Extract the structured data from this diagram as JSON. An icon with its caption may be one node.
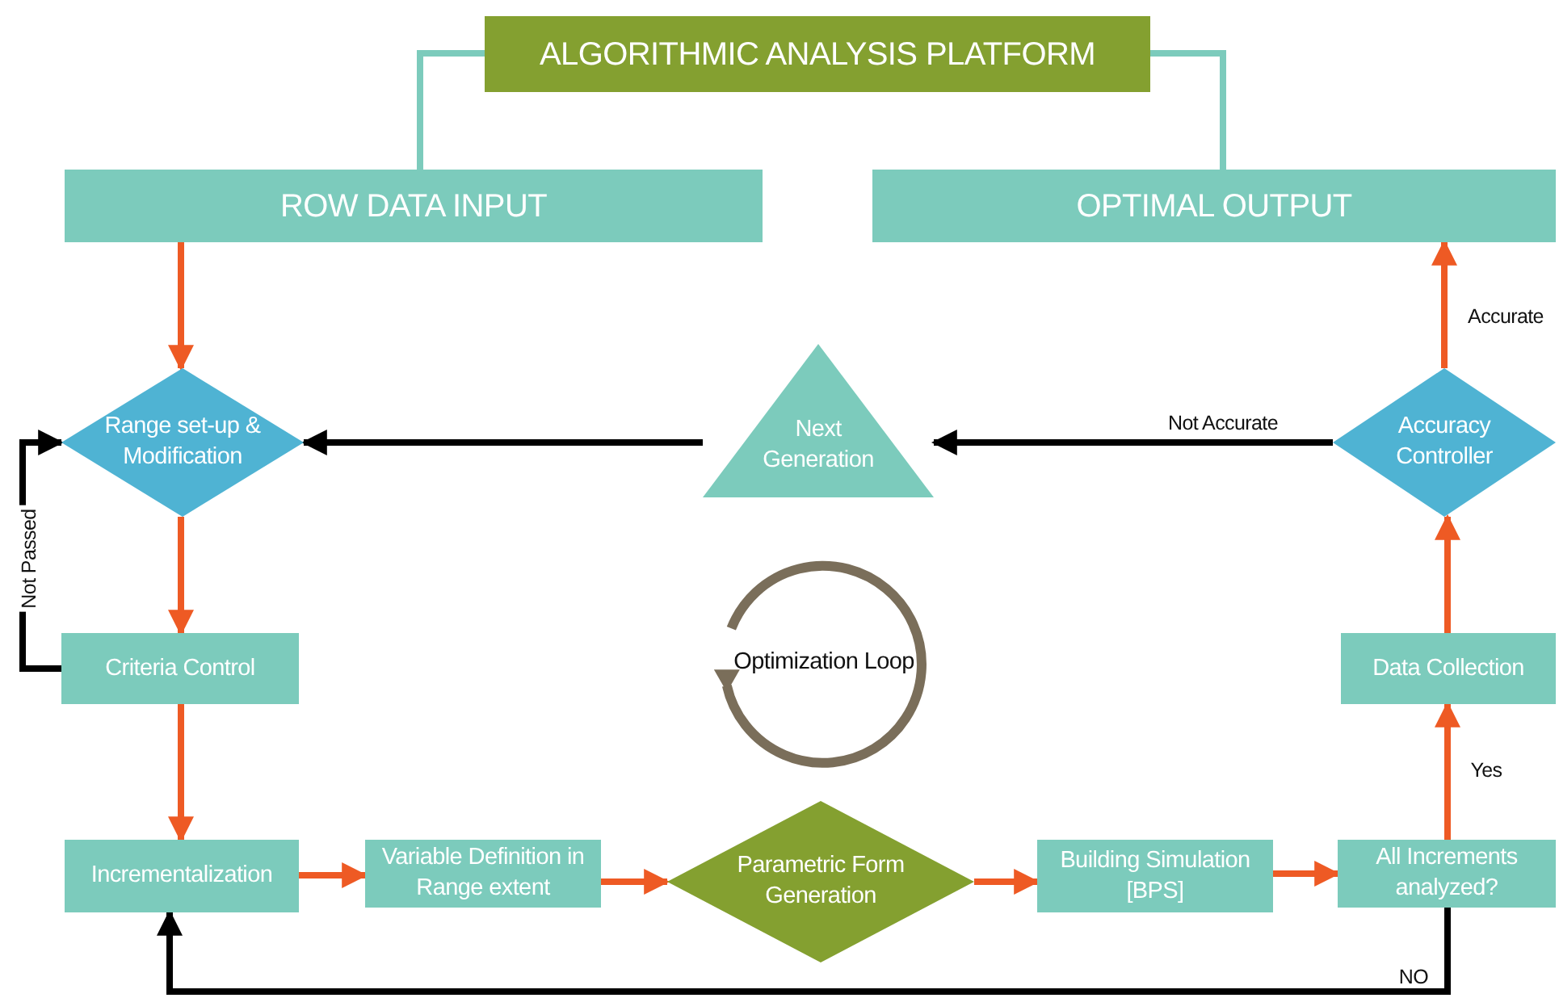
{
  "diagram": {
    "nodes": [
      {
        "text": [
          "ALGORITHMIC ANALYSIS PLATFORM"
        ]
      },
      {
        "text": [
          "ROW DATA INPUT"
        ]
      },
      {
        "text": [
          "OPTIMAL OUTPUT"
        ]
      },
      {
        "text": [
          "Range set-up & Modification"
        ]
      },
      {
        "text": [
          "Next Generation"
        ]
      },
      {
        "text": [
          "Accuracy Controller"
        ]
      },
      {
        "text": [
          "Criteria Control"
        ]
      },
      {
        "text": [
          "Optimization Loop"
        ]
      },
      {
        "text": [
          "Incrementalization"
        ]
      },
      {
        "text": [
          "Variable Definition in Range extent"
        ]
      },
      {
        "text": [
          "Parametric Form Generation"
        ]
      },
      {
        "text": [
          "Building Simulation [BPS]"
        ]
      },
      {
        "text": [
          "All Increments analyzed?"
        ]
      },
      {
        "text": [
          "Data Collection"
        ]
      }
    ],
    "edges": [
      {
        "from": 0,
        "to": 1,
        "arrow": "none",
        "color": "#7ccbbc"
      },
      {
        "from": 0,
        "to": 2,
        "arrow": "none",
        "color": "#7ccbbc"
      },
      {
        "from": 1,
        "to": 3,
        "arrow": "to"
      },
      {
        "from": 3,
        "to": 6,
        "arrow": "to"
      },
      {
        "from": 6,
        "to": 3,
        "arrow": "to",
        "label": "Not Passed",
        "color": "#000000"
      },
      {
        "from": 4,
        "to": 3,
        "arrow": "to",
        "color": "#000000"
      },
      {
        "from": 5,
        "to": 4,
        "arrow": "to",
        "label": "Not Accurate",
        "color": "#000000"
      },
      {
        "from": 5,
        "to": 2,
        "arrow": "to",
        "label": "Accurate"
      },
      {
        "from": 6,
        "to": 8,
        "arrow": "to"
      },
      {
        "from": 8,
        "to": 9,
        "arrow": "to"
      },
      {
        "from": 9,
        "to": 10,
        "arrow": "to"
      },
      {
        "from": 10,
        "to": 11,
        "arrow": "to"
      },
      {
        "from": 11,
        "to": 12,
        "arrow": "to"
      },
      {
        "from": 12,
        "to": 13,
        "arrow": "to",
        "label": "Yes"
      },
      {
        "from": 13,
        "to": 5,
        "arrow": "to"
      },
      {
        "from": 12,
        "to": 8,
        "arrow": "to",
        "label": "NO",
        "color": "#000000"
      }
    ]
  }
}
